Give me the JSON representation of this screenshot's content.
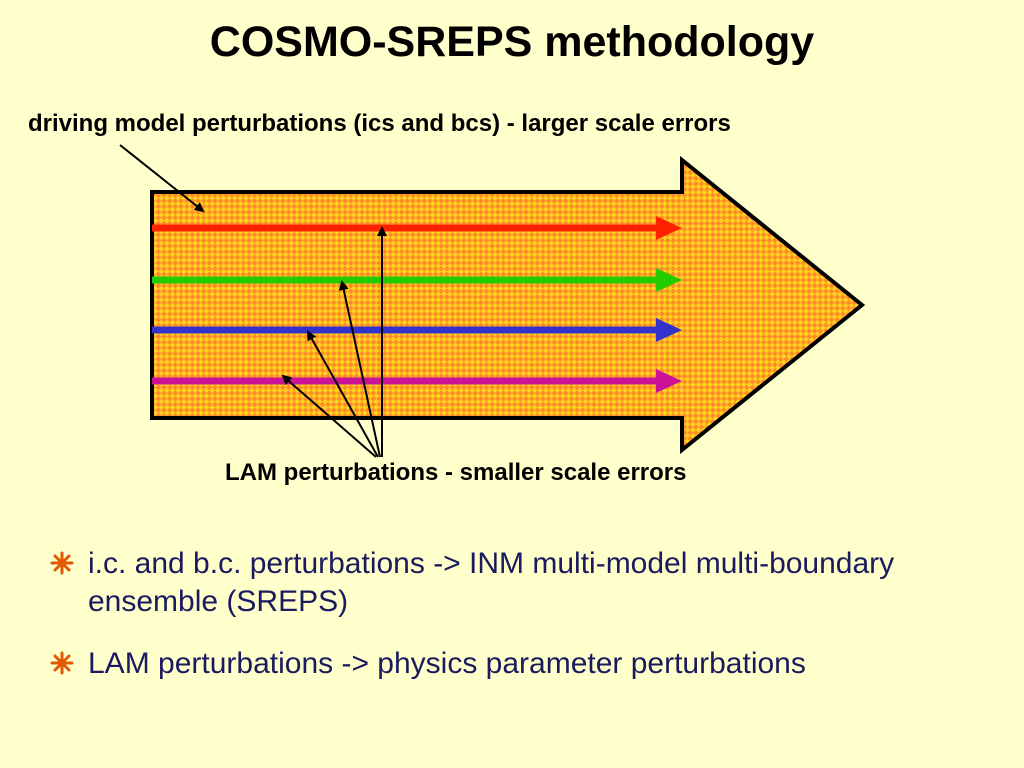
{
  "slide": {
    "title": "COSMO-SREPS methodology",
    "top_label": "driving model perturbations (ics and bcs) - larger scale errors",
    "bottom_label": "LAM perturbations - smaller scale errors"
  },
  "diagram": {
    "arrow_fill": "#ffd21e",
    "arrow_pattern_color": "#ff7a1a",
    "arrow_outline": "#000000",
    "perturbation_arrows": [
      {
        "color": "#ff2200"
      },
      {
        "color": "#22cc00"
      },
      {
        "color": "#3333cc"
      },
      {
        "color": "#cc1199"
      }
    ]
  },
  "bullets": {
    "icon": "starburst-icon",
    "icon_color": "#e05a00",
    "items": [
      "i.c. and b.c. perturbations -> INM multi-model multi-boundary ensemble (SREPS)",
      "LAM perturbations -> physics parameter perturbations"
    ]
  }
}
